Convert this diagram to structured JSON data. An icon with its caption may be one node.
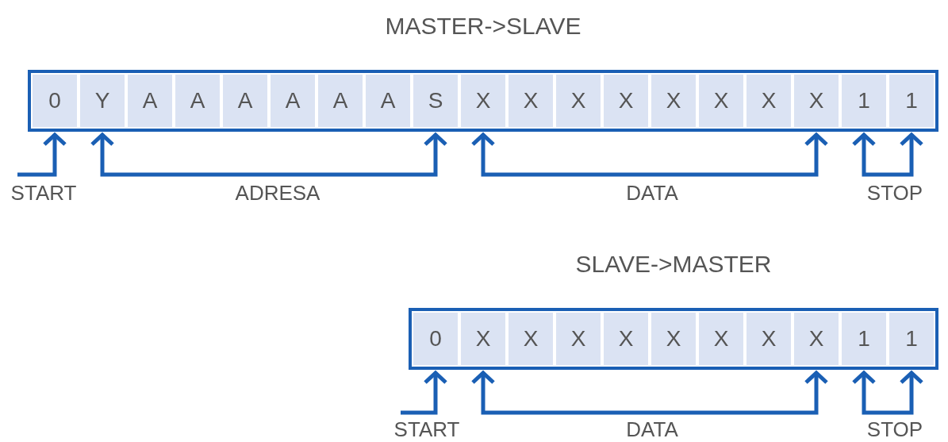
{
  "diagram": {
    "nodes": [
      {
        "text": [
          "MASTER->SLAVE"
        ]
      },
      {
        "text": [
          "0"
        ],
        "in": 0
      },
      {
        "text": [
          "Y"
        ],
        "in": 0
      },
      {
        "text": [
          "A"
        ],
        "in": 0
      },
      {
        "text": [
          "A"
        ],
        "in": 0
      },
      {
        "text": [
          "A"
        ],
        "in": 0
      },
      {
        "text": [
          "A"
        ],
        "in": 0
      },
      {
        "text": [
          "A"
        ],
        "in": 0
      },
      {
        "text": [
          "A"
        ],
        "in": 0
      },
      {
        "text": [
          "S"
        ],
        "in": 0
      },
      {
        "text": [
          "X"
        ],
        "in": 0
      },
      {
        "text": [
          "X"
        ],
        "in": 0
      },
      {
        "text": [
          "X"
        ],
        "in": 0
      },
      {
        "text": [
          "X"
        ],
        "in": 0
      },
      {
        "text": [
          "X"
        ],
        "in": 0
      },
      {
        "text": [
          "X"
        ],
        "in": 0
      },
      {
        "text": [
          "X"
        ],
        "in": 0
      },
      {
        "text": [
          "X"
        ],
        "in": 0
      },
      {
        "text": [
          "1"
        ],
        "in": 0
      },
      {
        "text": [
          "1"
        ],
        "in": 0
      },
      {
        "text": [
          "START"
        ]
      },
      {
        "text": [
          "ADRESA"
        ]
      },
      {
        "text": [
          "DATA"
        ]
      },
      {
        "text": [
          "STOP"
        ]
      },
      {
        "text": [
          "SLAVE->MASTER"
        ]
      },
      {
        "text": [
          "0"
        ],
        "in": 24
      },
      {
        "text": [
          "X"
        ],
        "in": 24
      },
      {
        "text": [
          "X"
        ],
        "in": 24
      },
      {
        "text": [
          "X"
        ],
        "in": 24
      },
      {
        "text": [
          "X"
        ],
        "in": 24
      },
      {
        "text": [
          "X"
        ],
        "in": 24
      },
      {
        "text": [
          "X"
        ],
        "in": 24
      },
      {
        "text": [
          "X"
        ],
        "in": 24
      },
      {
        "text": [
          "X"
        ],
        "in": 24
      },
      {
        "text": [
          "1"
        ],
        "in": 24
      },
      {
        "text": [
          "1"
        ],
        "in": 24
      },
      {
        "text": [
          "START"
        ]
      },
      {
        "text": [
          "DATA"
        ]
      },
      {
        "text": [
          "STOP"
        ]
      }
    ],
    "edges": [
      {
        "from": 20,
        "to": 1,
        "arrow": "to"
      },
      {
        "from": 21,
        "to": 2,
        "arrow": "to"
      },
      {
        "from": 21,
        "to": 9,
        "arrow": "to"
      },
      {
        "from": 22,
        "to": 10,
        "arrow": "to"
      },
      {
        "from": 22,
        "to": 17,
        "arrow": "to"
      },
      {
        "from": 23,
        "to": 18,
        "arrow": "to"
      },
      {
        "from": 23,
        "to": 19,
        "arrow": "to"
      },
      {
        "from": 36,
        "to": 25,
        "arrow": "to"
      },
      {
        "from": 37,
        "to": 26,
        "arrow": "to"
      },
      {
        "from": 37,
        "to": 33,
        "arrow": "to"
      },
      {
        "from": 38,
        "to": 34,
        "arrow": "to"
      },
      {
        "from": 38,
        "to": 35,
        "arrow": "to"
      }
    ]
  }
}
